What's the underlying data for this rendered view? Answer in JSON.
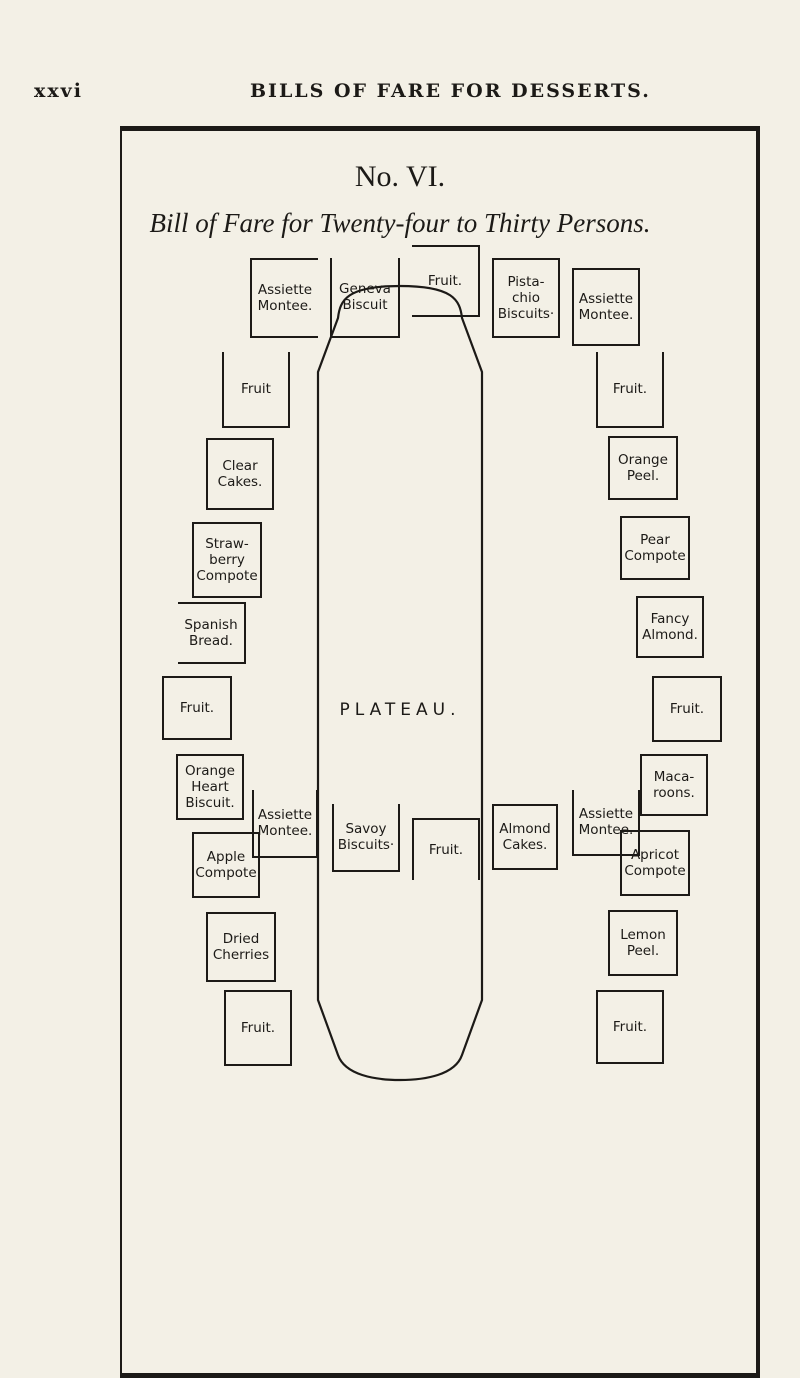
{
  "running_head": {
    "page_number": "xxvi",
    "title": "BILLS OF FARE FOR DESSERTS."
  },
  "heading": {
    "number": "No. VI.",
    "title": "Bill of Fare for Twenty-four to Thirty Persons."
  },
  "plateau": {
    "label": "PLATEAU."
  },
  "dishes": {
    "top": [
      {
        "label": "Assiette\nMontee."
      },
      {
        "label": "Geneva\nBiscuit"
      },
      {
        "label": "Fruit."
      },
      {
        "label": "Pista-\nchio\nBiscuits·"
      },
      {
        "label": "Assiette\nMontee."
      }
    ],
    "left": [
      {
        "label": "Fruit"
      },
      {
        "label": "Clear\nCakes."
      },
      {
        "label": "Straw-\nberry\nCompote"
      },
      {
        "label": "Spanish\nBread."
      },
      {
        "label": "Fruit."
      },
      {
        "label": "Orange\nHeart\nBiscuit."
      },
      {
        "label": "Apple\nCompote"
      },
      {
        "label": "Dried\nCherries"
      },
      {
        "label": "Fruit."
      }
    ],
    "right": [
      {
        "label": "Fruit."
      },
      {
        "label": "Orange\nPeel."
      },
      {
        "label": "Pear\nCompote"
      },
      {
        "label": "Fancy\nAlmond."
      },
      {
        "label": "Fruit."
      },
      {
        "label": "Maca-\nroons."
      },
      {
        "label": "Apricot\nCompote"
      },
      {
        "label": "Lemon\nPeel."
      },
      {
        "label": "Fruit."
      }
    ],
    "bottom": [
      {
        "label": "Assiette\nMontee."
      },
      {
        "label": "Savoy\nBiscuits·"
      },
      {
        "label": "Fruit."
      },
      {
        "label": "Almond\nCakes."
      },
      {
        "label": "Assiette\nMontee."
      }
    ]
  }
}
